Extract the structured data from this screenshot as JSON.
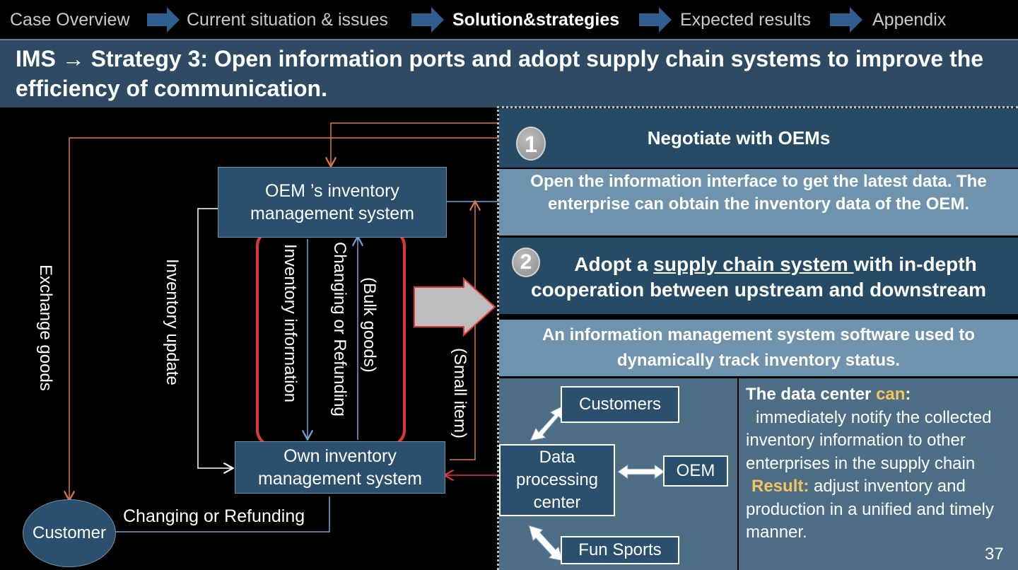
{
  "nav": {
    "items": [
      "Case Overview",
      "Current situation & issues",
      "Solution&strategies",
      "Expected results",
      "Appendix"
    ],
    "active_index": 2
  },
  "title": "IMS → Strategy 3:  Open information ports and adopt supply chain systems to improve the efficiency of communication.",
  "diagram": {
    "oem_box": "OEM ’s inventory management system",
    "own_box": "Own inventory management system",
    "customer": "Customer",
    "exchange_goods": "Exchange goods",
    "inventory_update": "Inventory update",
    "inventory_information": "Inventory information",
    "changing_refunding_v": "Changing or Refunding",
    "bulk_goods": "(Bulk goods)",
    "small_item": "(Small item)",
    "changing_refunding_h": "Changing or Refunding"
  },
  "panel": {
    "step1_num": "1",
    "step1_title": "Negotiate  with OEMs",
    "step1_desc": "Open the information interface to get the latest data. The enterprise can obtain the inventory data of the OEM.",
    "step2_num": "2",
    "step2_pre": "Adopt a ",
    "step2_link": "supply chain system ",
    "step2_post": "with in-depth cooperation between upstream and downstream",
    "step2_desc": "An information management system software used to dynamically track inventory status.",
    "net": {
      "customers": "Customers",
      "center": "Data processing center",
      "oem": "OEM",
      "fun_sports": "Fun Sports"
    },
    "dc_head_pre": "The data center ",
    "dc_head_can": "can",
    "dc_head_post": ":",
    "dc_body": "immediately notify the collected inventory information to other enterprises in the supply chain",
    "result_label": "Result:",
    "result_body": " adjust inventory and production in a unified and timely manner."
  },
  "page_number": "37",
  "colors": {
    "title_band": "#2e4b63",
    "dark_section": "#274a65",
    "light_section": "#6f92ad",
    "box_fill": "#2b4f6c",
    "orange_line": "#e07a3c",
    "red_outline": "#e03a2f",
    "blue_line": "#6fa3d6",
    "accent_yellow": "#f5c25c",
    "nav_arrow": "#2f5f8f"
  }
}
